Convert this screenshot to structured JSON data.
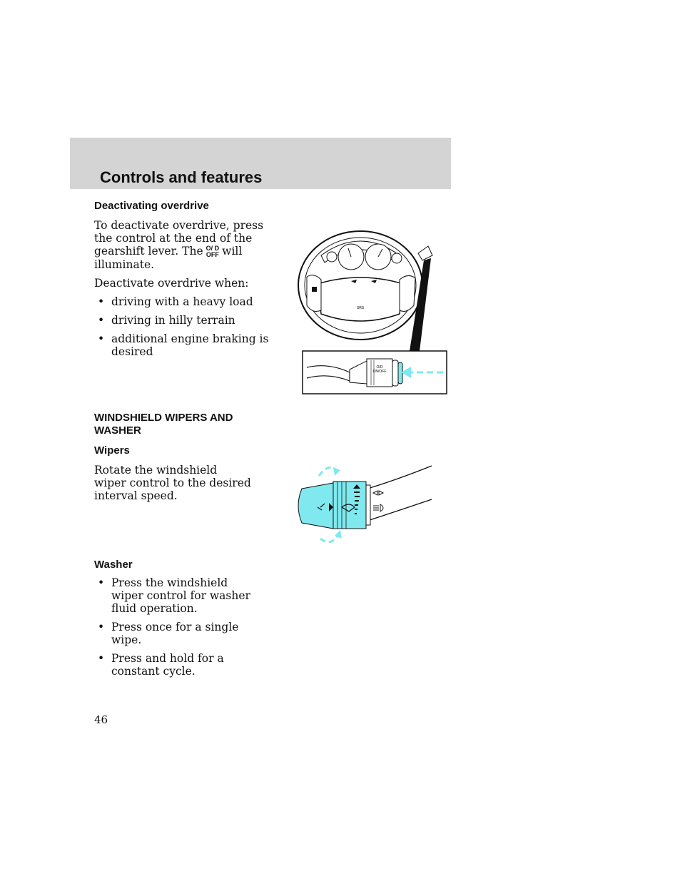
{
  "header": {
    "title": "Controls and features"
  },
  "overdrive": {
    "heading": "Deactivating overdrive",
    "para_part1": "To deactivate overdrive, press the control at the end of the gearshift lever. The",
    "icon_top": "O/ D",
    "icon_bottom": "OFF",
    "para_part2": "will illuminate.",
    "when_label": "Deactivate overdrive when:",
    "bullets": [
      "driving with a heavy load",
      "driving in hilly terrain",
      "additional engine braking is desired"
    ]
  },
  "wipers_section": {
    "heading_line1": "WINDSHIELD WIPERS AND",
    "heading_line2": "WASHER",
    "wipers_heading": "Wipers",
    "wipers_text": "Rotate the windshield wiper control to the desired interval speed.",
    "washer_heading": "Washer",
    "washer_bullets": [
      "Press the windshield wiper control for washer fluid operation.",
      "Press once for a single wipe.",
      "Press and hold for a constant cycle."
    ]
  },
  "figure1": {
    "srs_label": "SRS",
    "button_label_top": "O/D",
    "button_label_bottom": "ON/OFF"
  },
  "page_number": "46",
  "colors": {
    "accent_cyan": "#7fe9ef",
    "header_gray": "#d4d4d4"
  }
}
